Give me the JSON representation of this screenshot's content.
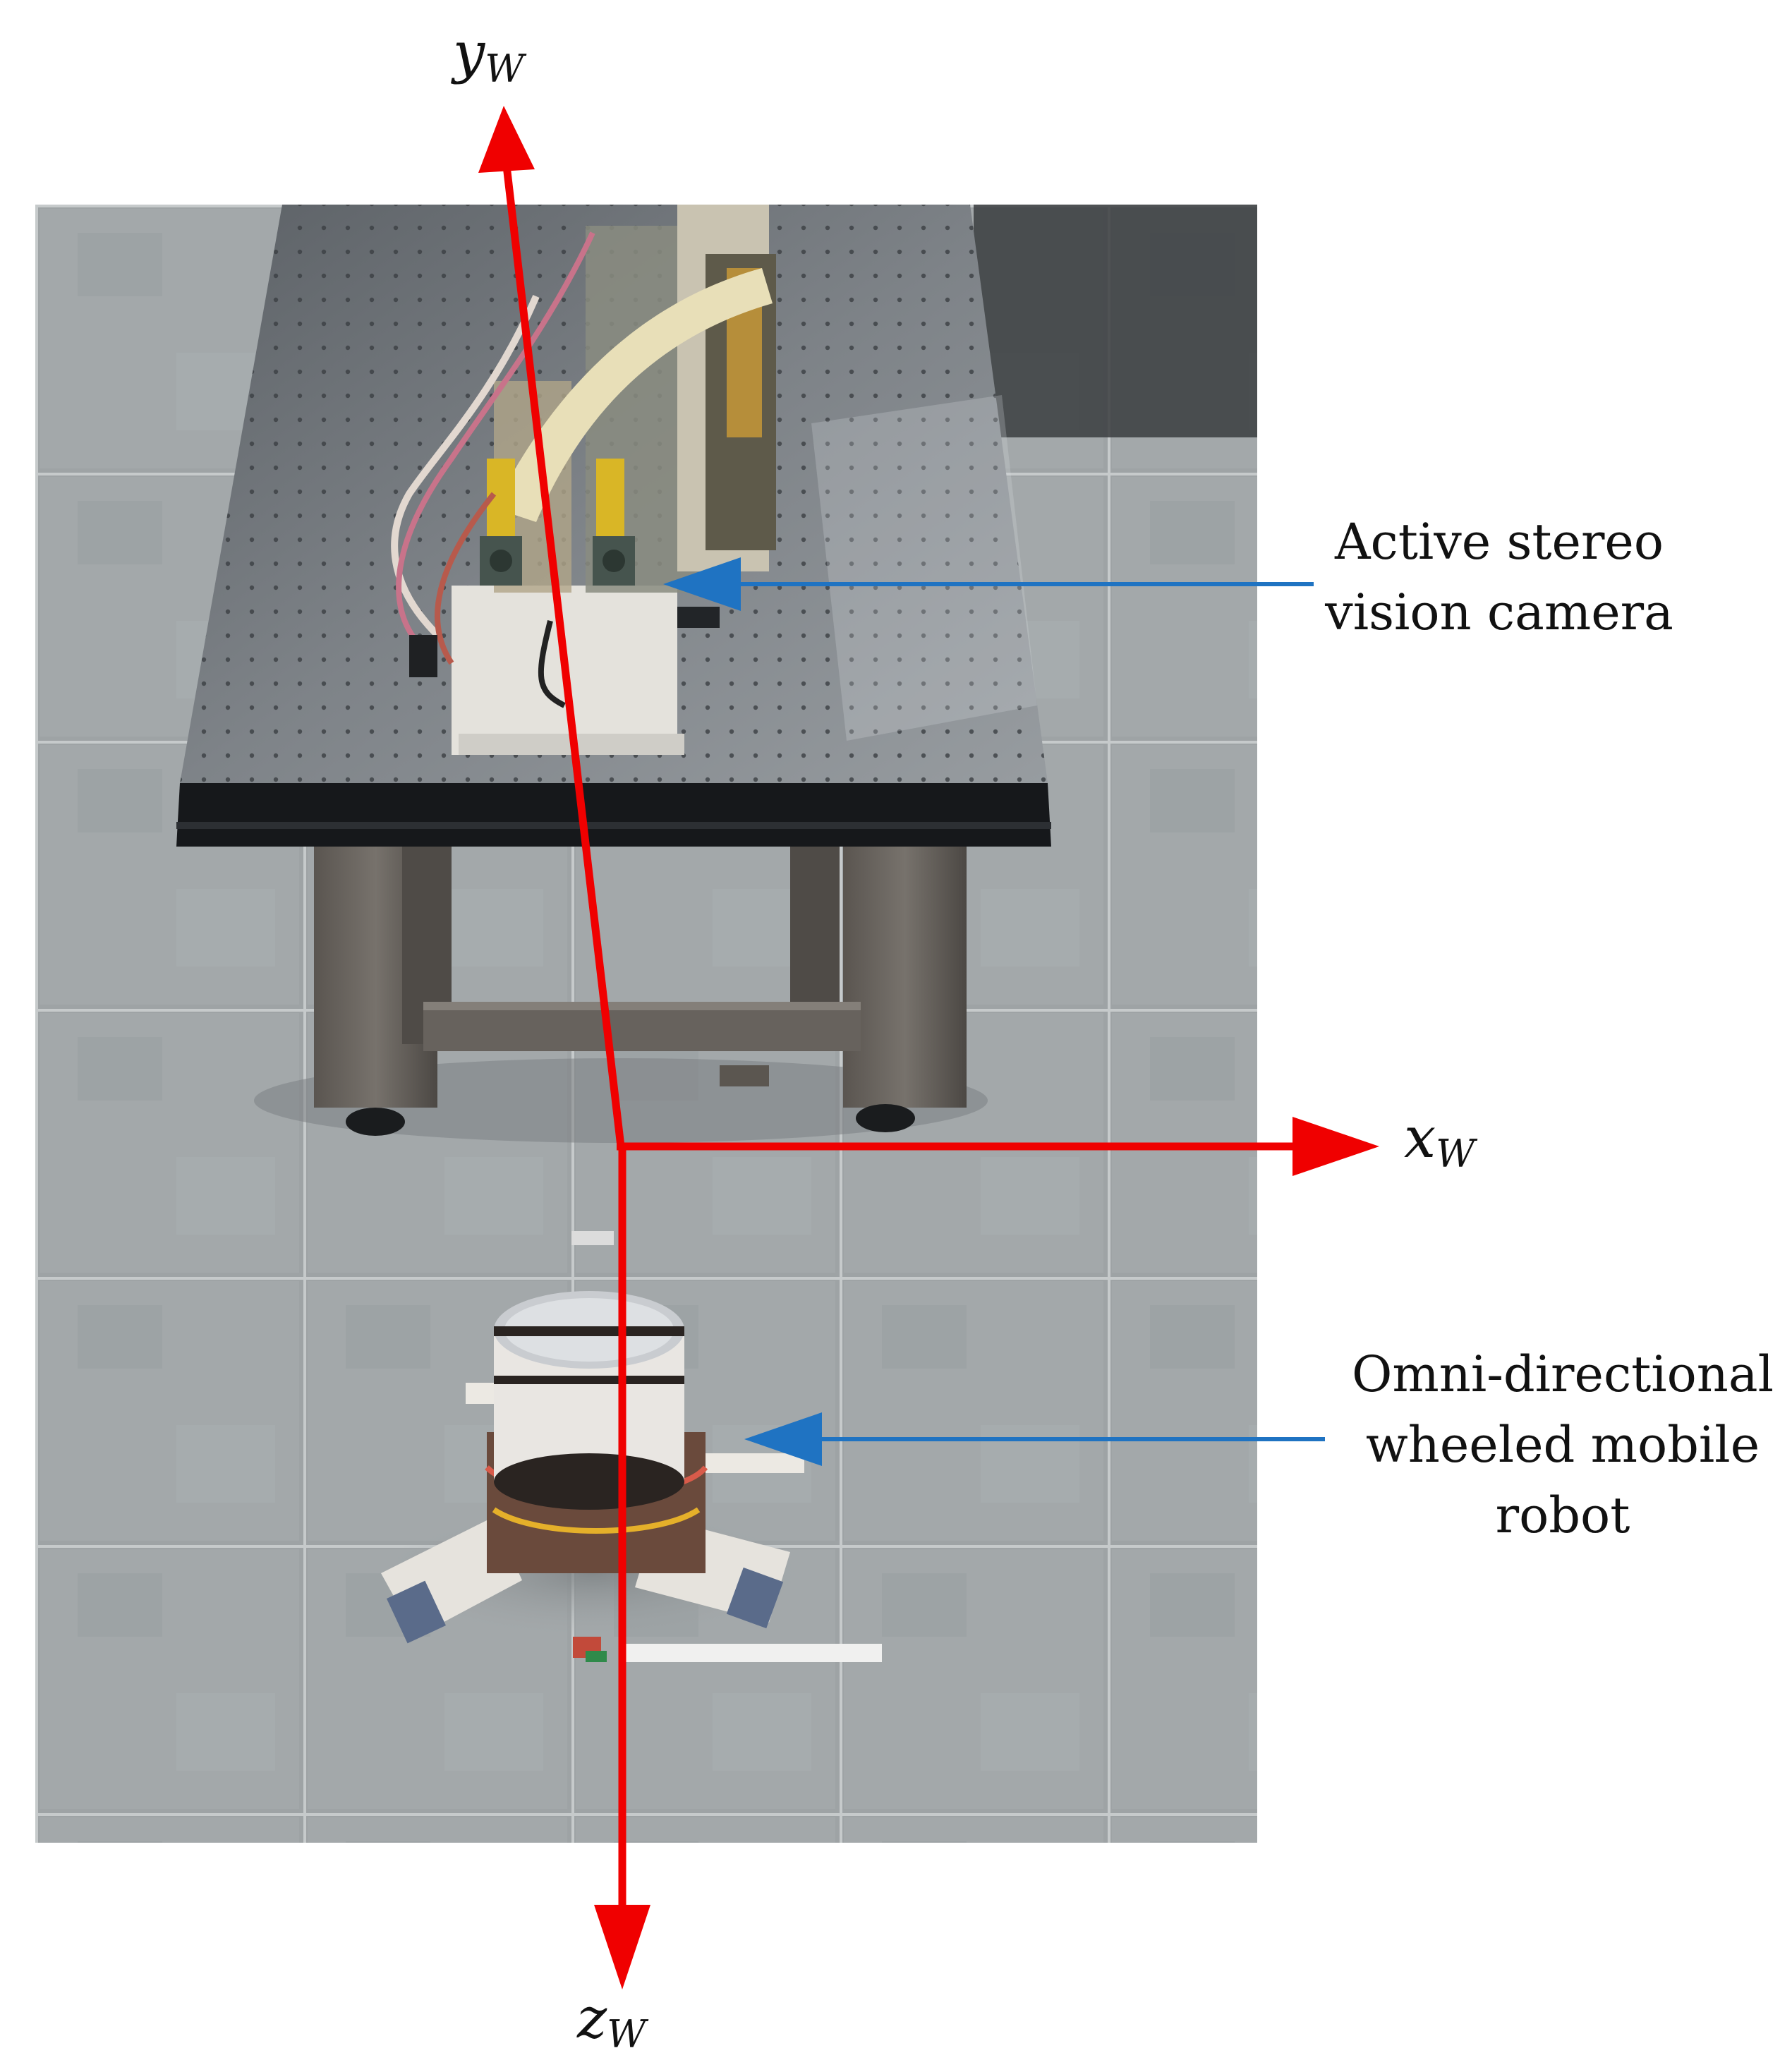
{
  "axes": {
    "y": {
      "base": "y",
      "sub": "W"
    },
    "x": {
      "base": "x",
      "sub": "W"
    },
    "z": {
      "base": "z",
      "sub": "W"
    }
  },
  "annotations": {
    "camera": {
      "line1": "Active stereo",
      "line2": "vision camera"
    },
    "robot": {
      "line1": "Omni-directional",
      "line2": "wheeled mobile",
      "line3": "robot"
    }
  },
  "colors": {
    "axis_red": "#f00000",
    "pointer_blue": "#1f73c2",
    "label_black": "#111111",
    "floor_gray": "#9da2a4",
    "table_top": "#6d7175",
    "table_edge": "#15171a"
  },
  "icons": {
    "axis_arrowhead": "triangle-arrowhead",
    "pointer_arrowhead": "triangle-arrowhead"
  }
}
